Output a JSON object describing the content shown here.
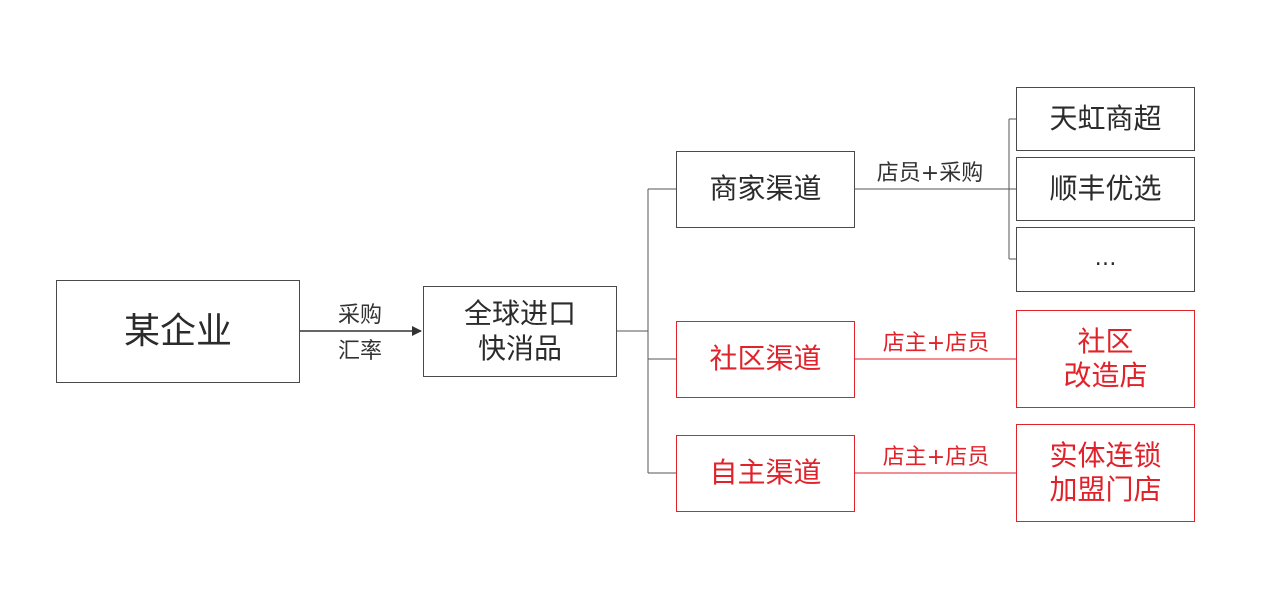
{
  "colors": {
    "primary_line": "#4a4a4a",
    "accent_red": "#e0222a",
    "text": "#2b2b2b"
  },
  "source": {
    "label": "某企业"
  },
  "edge_source": {
    "label_line1": "采购",
    "label_line2": "汇率"
  },
  "product": {
    "line1": "全球进口",
    "line2": "快消品"
  },
  "channels": {
    "merchant": {
      "label": "商家渠道",
      "edge_label": "店员+采购",
      "outlets": [
        "天虹商超",
        "顺丰优选",
        "…"
      ]
    },
    "community": {
      "label": "社区渠道",
      "edge_label": "店主+店员",
      "outlet_line1": "社区",
      "outlet_line2": "改造店"
    },
    "independent": {
      "label": "自主渠道",
      "edge_label": "店主+店员",
      "outlet_line1": "实体连锁",
      "outlet_line2": "加盟门店"
    }
  }
}
